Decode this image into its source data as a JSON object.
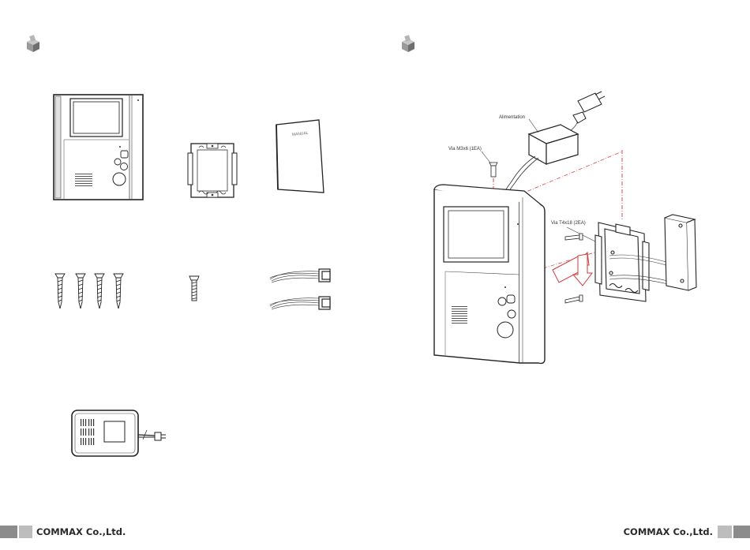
{
  "left_page": {
    "footer": {
      "brand": "COMMAX Co.,Ltd."
    },
    "manual_cover": {
      "title": "MANUAL"
    }
  },
  "right_page": {
    "footer": {
      "brand": "COMMAX Co.,Ltd."
    },
    "callouts": {
      "power_supply": "Alimentation",
      "screw_m3": "Via M3x6 (1EA)",
      "screw_t4": "Via T4x18 (2EA)"
    }
  }
}
